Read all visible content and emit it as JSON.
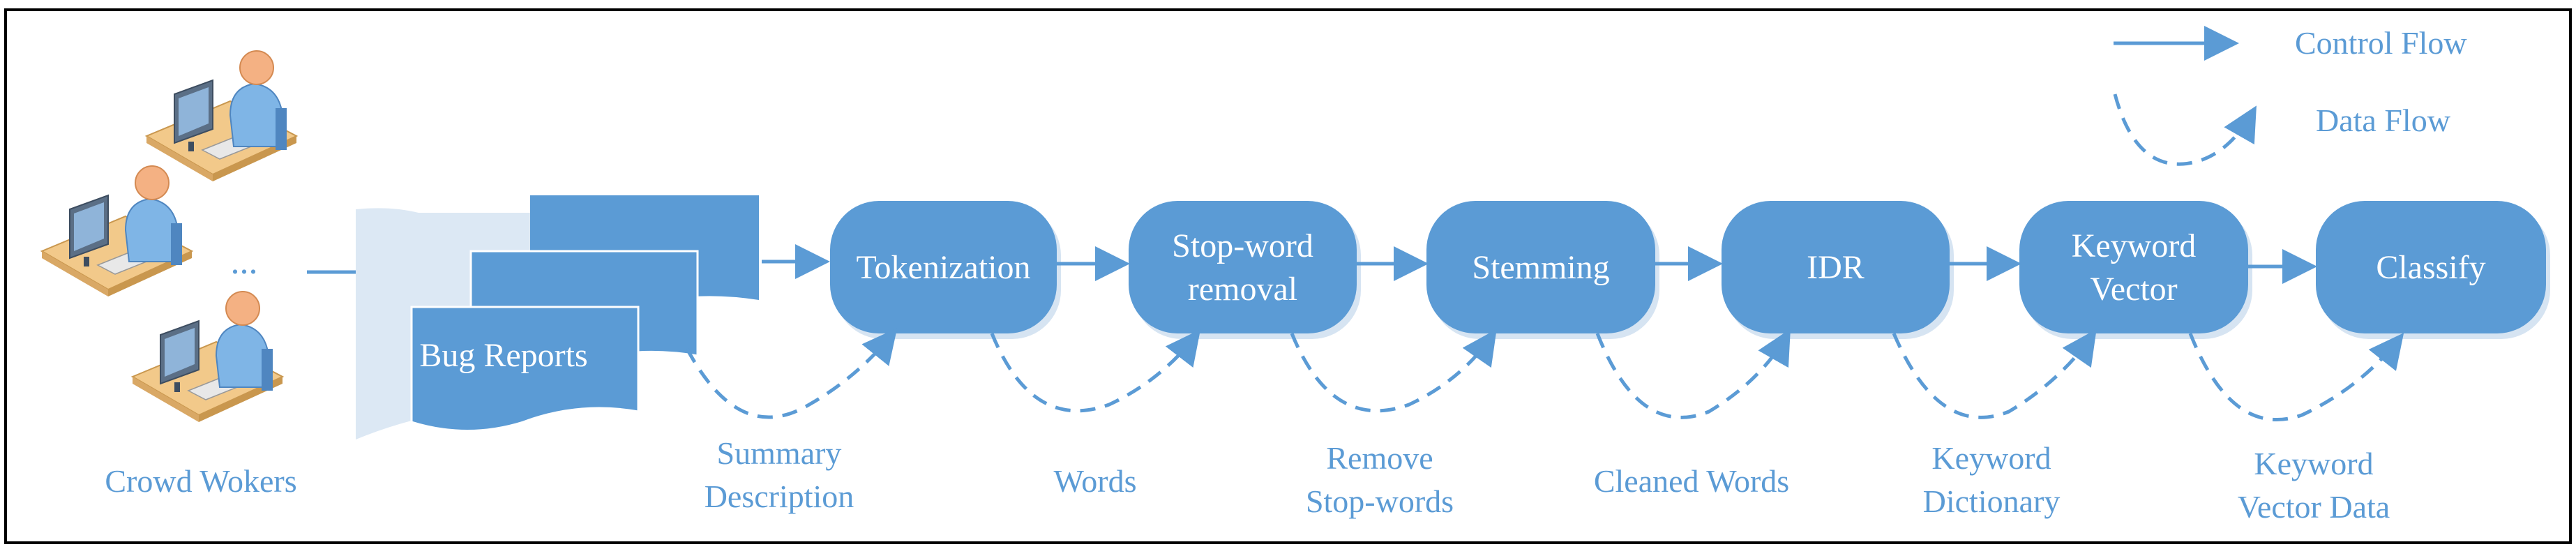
{
  "colors": {
    "accent": "#5b9bd5",
    "node_fill": "#5b9bd5",
    "node_text": "#ffffff",
    "shadow": "#dce8f4",
    "border": "#000000",
    "desk": "#f2c98a",
    "person_head": "#f4b183",
    "person_body": "#7fb5e6",
    "monitor": "#5b6f86"
  },
  "legend": {
    "control_flow": "Control Flow",
    "data_flow": "Data Flow"
  },
  "actors": {
    "label": "Crowd Wokers",
    "ellipsis": "..."
  },
  "bug_reports": {
    "label": "Bug Reports"
  },
  "steps": [
    {
      "lines": [
        "Tokenization"
      ]
    },
    {
      "lines": [
        "Stop-word",
        "removal"
      ]
    },
    {
      "lines": [
        "Stemming"
      ]
    },
    {
      "lines": [
        "IDR"
      ]
    },
    {
      "lines": [
        "Keyword",
        "Vector"
      ]
    },
    {
      "lines": [
        "Classify"
      ]
    }
  ],
  "data_labels": [
    {
      "lines": [
        "Summary",
        "Description"
      ]
    },
    {
      "lines": [
        "Words"
      ]
    },
    {
      "lines": [
        "Remove",
        "Stop-words"
      ]
    },
    {
      "lines": [
        "Cleaned Words"
      ]
    },
    {
      "lines": [
        "Keyword",
        "Dictionary"
      ]
    },
    {
      "lines": [
        "Keyword",
        "Vector Data"
      ]
    }
  ]
}
